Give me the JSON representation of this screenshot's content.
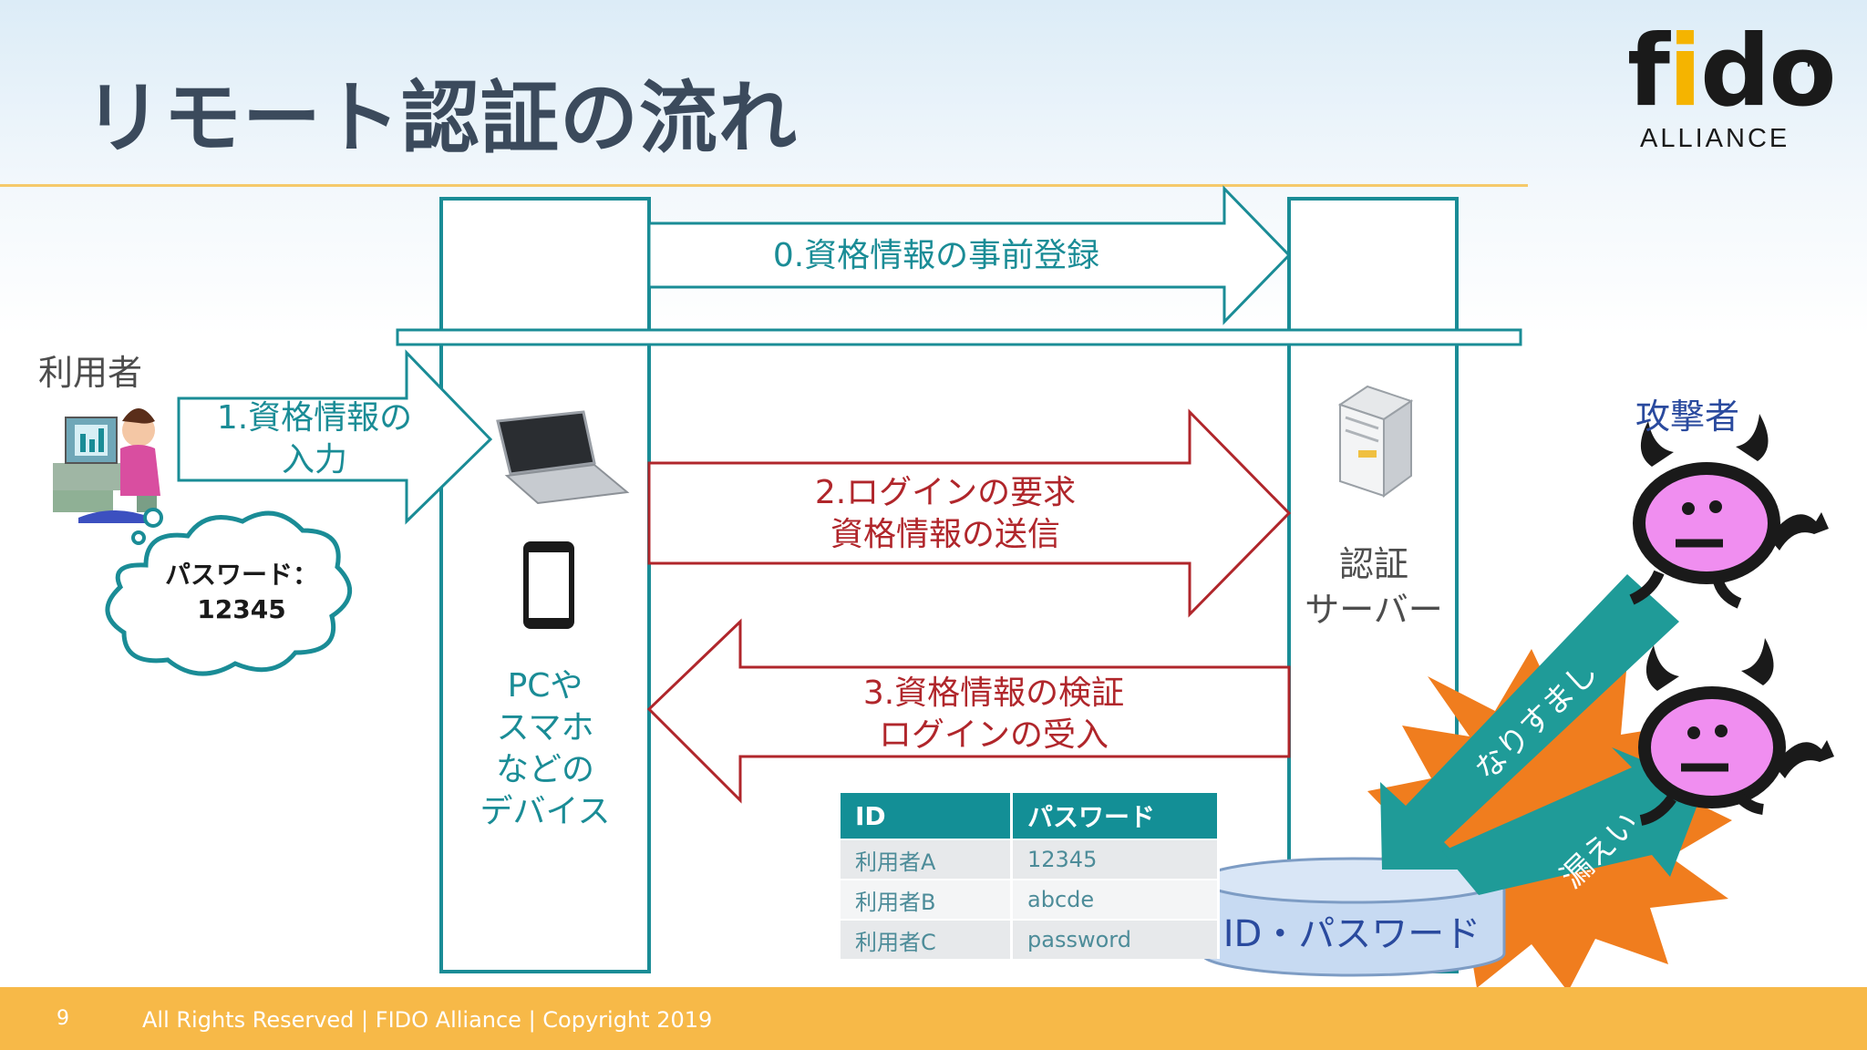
{
  "slide": {
    "title": "リモート認証の流れ",
    "page_number": "9",
    "footer": "All Rights Reserved | FIDO Alliance | Copyright 2019"
  },
  "logo": {
    "word_prefix": "f",
    "word_mark": "i",
    "word_suffix": "do",
    "tm": "TM",
    "sub": "ALLIANCE"
  },
  "labels": {
    "user": "利用者",
    "attacker": "攻撃者",
    "device": [
      "PCや",
      "スマホ",
      "などの",
      "デバイス"
    ],
    "server": [
      "認証",
      "サーバー"
    ]
  },
  "arrows": {
    "step0": "0.資格情報の事前登録",
    "step1": [
      "1.資格情報の",
      "入力"
    ],
    "step2": [
      "2.ログインの要求",
      "資格情報の送信"
    ],
    "step3": [
      "3.資格情報の検証",
      "ログインの受入"
    ],
    "impersonation": "なりすまし",
    "leak": "漏えい"
  },
  "cloud": [
    "パスワード：",
    "12345"
  ],
  "database": {
    "label": "ID・パスワード"
  },
  "table": {
    "headers": [
      "ID",
      "パスワード"
    ],
    "rows": [
      [
        "利用者A",
        "12345"
      ],
      [
        "利用者B",
        "abcde"
      ],
      [
        "利用者C",
        "password"
      ]
    ]
  },
  "colors": {
    "teal": "#1a8c96",
    "red": "#b0262b",
    "orange": "#f07d1e",
    "footer": "#f7b948",
    "navy": "#2a4a9e"
  }
}
